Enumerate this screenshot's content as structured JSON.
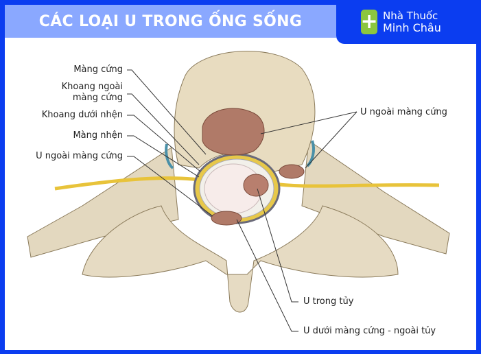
{
  "title": "CÁC LOẠI U TRONG ỐNG SỐNG",
  "brand": {
    "line1": "Nhà Thuốc",
    "line2": "Minh Châu",
    "icon": "plus-icon"
  },
  "labels": {
    "mang_cung": "Màng cứng",
    "khoang_ngoai_1": "Khoang ngoài",
    "khoang_ngoai_2": "màng cứng",
    "khoang_duoi_nhen": "Khoang dưới nhện",
    "mang_nhen": "Màng nhện",
    "u_ngoai_left": "U ngoài màng cứng",
    "u_ngoai_right": "U ngoài màng cứng",
    "u_trong_tuy": "U trong tủy",
    "u_duoi": "U dưới màng cứng - ngoài tủy"
  }
}
